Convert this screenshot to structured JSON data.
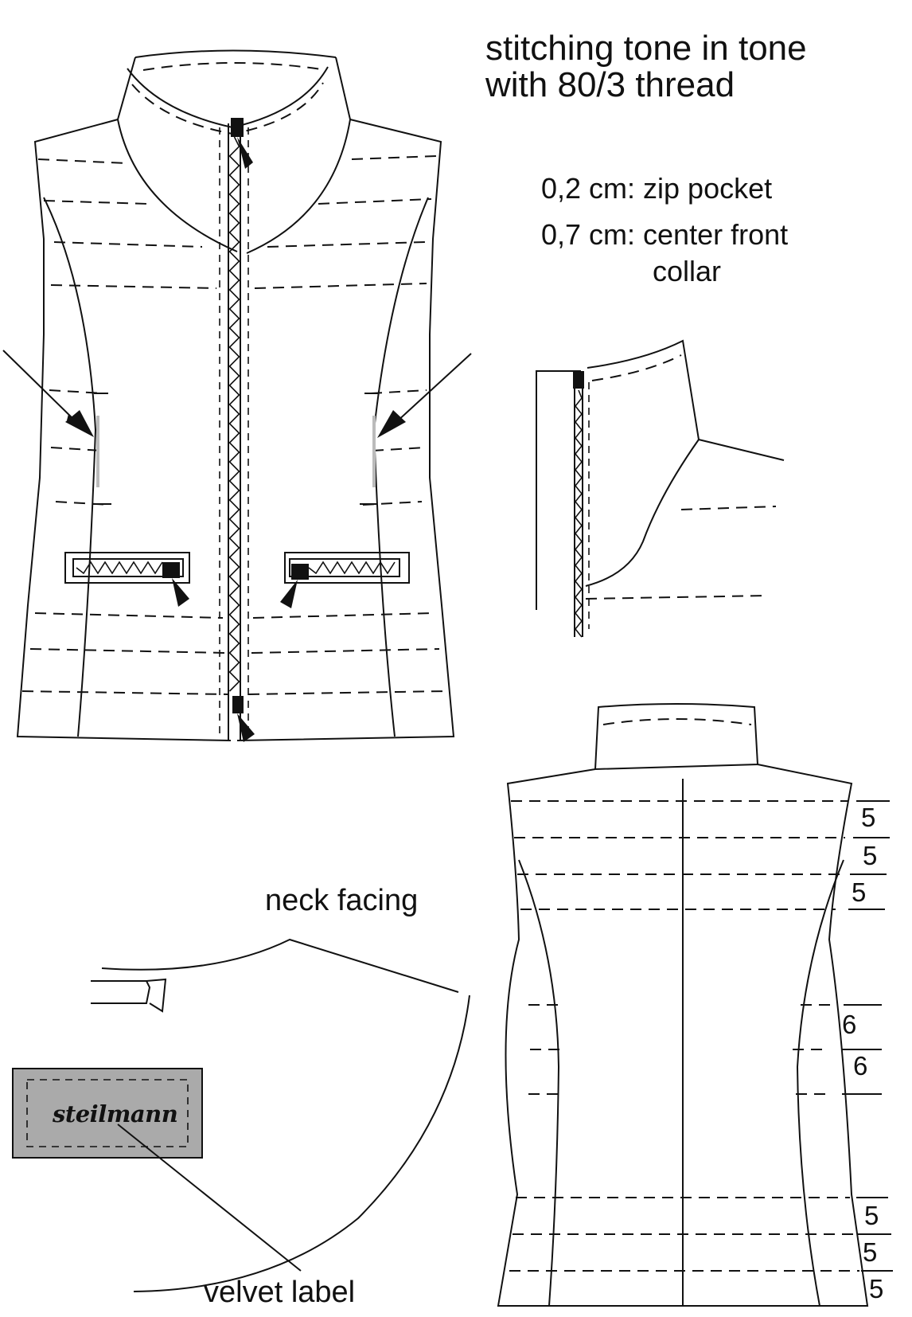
{
  "header": {
    "line1": "stitching tone in tone",
    "line2": "with 80/3 thread"
  },
  "notes": {
    "zip_pocket": "0,2 cm: zip pocket",
    "center_front": "0,7 cm: center front",
    "collar": "collar"
  },
  "labels": {
    "neck_facing": "neck facing",
    "velvet_label": "velvet label",
    "brand": "steilmann"
  },
  "back_measurements": {
    "upper": [
      "5",
      "5",
      "5"
    ],
    "middle": [
      "6",
      "6"
    ],
    "lower": [
      "5",
      "5",
      "5"
    ]
  },
  "colors": {
    "line": "#111111",
    "label_fill": "#aaaaaa",
    "side_panel_mark": "#bbbbbb"
  }
}
